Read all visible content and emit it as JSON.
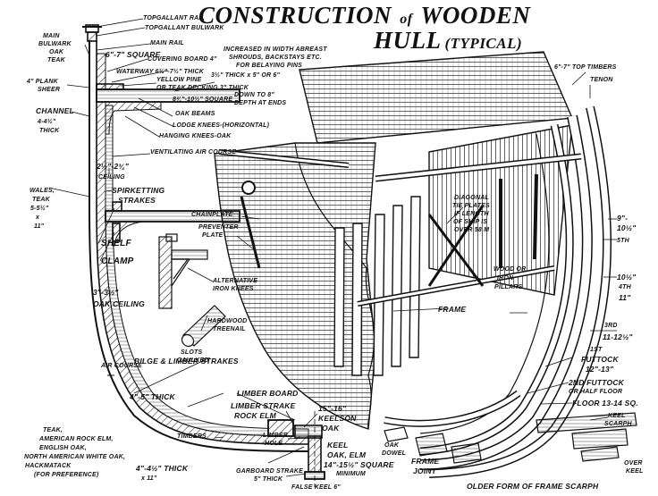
{
  "title": {
    "line1_a": "CONSTRUCTION",
    "line1_of": "of",
    "line1_b": "WOODEN",
    "line2": "HULL",
    "typical": "(TYPICAL)"
  },
  "labels": {
    "topgallant_rail": "TOPGALLANT RAIL",
    "topgallant_bulwark": "TOPGALLANT BULWARK",
    "main_rail": "MAIN RAIL",
    "main_bulwark_1": "MAIN",
    "main_bulwark_2": "BULWARK",
    "main_bulwark_3": "OAK",
    "main_bulwark_4": "TEAK",
    "square_6_7": "6\"-7\" SQUARE",
    "covering_board": "COVERING BOARD 4\"",
    "plank_sheer_1": "4\" PLANK",
    "plank_sheer_2": "SHEER",
    "waterway": "WATERWAY 6½\"-7½\" THICK",
    "yellow_pine": "YELLOW PINE",
    "teak_decking": "OR TEAK DECKING 3\" THICK",
    "beams_size": "3½\" THICK x 5\" OR 6\"",
    "increased_1": "INCREASED IN WIDTH ABREAST",
    "increased_2": "SHROUDS, BACKSTAYS ETC.",
    "increased_3": "FOR BELAYING PINS",
    "channel": "CHANNEL",
    "thick_4": "4-4½\"",
    "thick_word": "THICK",
    "oak_beams_size": "8¾\"-10½\" SQUARE",
    "down_to": "DOWN TO 8\"",
    "depth_ends": "DEPTH AT ENDS",
    "oak_beams": "OAK BEAMS",
    "lodge_knees": "LODGE KNEES-(HORIZONTAL)",
    "hanging_knees": "HANGING KNEES-OAK",
    "ventilating": "VENTILATING AIR COURSE",
    "ceiling_size": "2½\"-2¾\"",
    "ceiling": "CEILING",
    "spirketting_1": "SPIRKETTING",
    "spirketting_2": "STRAKES",
    "wales_1": "WALES,",
    "wales_2": "TEAK",
    "wales_3": "5-5½\"",
    "wales_4": "x",
    "wales_5": "11\"",
    "shelf": "SHELF",
    "clamp": "CLAMP",
    "oak_ceiling_size": "3\"-3½\"",
    "oak_ceiling": "OAK CEILING",
    "chainplate": "CHAINPLATE",
    "preventer_1": "PREVENTER",
    "preventer_2": "PLATE",
    "alt_knees_1": "ALTERNATIVE",
    "alt_knees_2": "IRON KNEES",
    "slots_1": "SLOTS",
    "slots_2": "CAULKED",
    "treenail_1": "HARDWOOD",
    "treenail_2": "TREENAIL",
    "air_course": "AIR COURSE",
    "bilge_limber": "BILGE & LIMBER STRAKES",
    "bilge_thick": "4\"-5\" THICK",
    "limber_board": "LIMBER BOARD",
    "limber_strake_1": "LIMBER STRAKE",
    "limber_strake_2": "ROCK ELM",
    "keelson_1": "15\"-16\"",
    "keelson_2": "KEELSON",
    "keelson_3": "OAK",
    "timbers": "TIMBERS",
    "limber_hole_1": "LIMBER",
    "limber_hole_2": "HOLE",
    "keel_1": "KEEL",
    "keel_2": "OAK, ELM",
    "keel_3": "14\"-15½\" SQUARE",
    "keel_4": "MINIMUM",
    "garboard_1": "GARBOARD STRAKE",
    "garboard_2": "5\" THICK",
    "false_keel": "FALSE KEEL 6\"",
    "teak_list_1": "TEAK,",
    "teak_list_2": "AMERICAN ROCK ELM,",
    "teak_list_3": "ENGLISH OAK,",
    "teak_list_4": "NORTH AMERICAN WHITE OAK,",
    "teak_list_5": "HACKMATACK",
    "teak_list_6": "(FOR PREFERENCE)",
    "bottom_thick_1": "4\"-4½\" THICK",
    "bottom_thick_2": "x 11\"",
    "diagonal_1": "DIAGONAL",
    "diagonal_2": "TIE PLATES",
    "diagonal_3": "IF LENGTH",
    "diagonal_4": "OF SHIP IS",
    "diagonal_5": "OVER 58 M",
    "wood_iron_1": "WOOD OR",
    "wood_iron_2": "IRON",
    "wood_iron_3": "PILLARS",
    "frame": "FRAME",
    "top_timbers": "6\"-7\" TOP TIMBERS",
    "tenon": "TENON",
    "r_9": "9\"-",
    "r_10_half": "10½\"",
    "r_5th": "5TH",
    "r_10_half_b": "10½\"",
    "r_4th": "4TH",
    "r_11": "11\"",
    "r_3rd": "3RD",
    "r_11_12": "11-12½\"",
    "futtock_1": "1ST",
    "futtock_2": "FUTTOCK",
    "futtock_3": "12\"-13\"",
    "futtock2_1": "2ND FUTTOCK",
    "futtock2_2": "OR HALF FLOOR",
    "floor": "FLOOR 13-14 SQ.",
    "keel_scarph_1": "KEEL",
    "keel_scarph_2": "SCARPH",
    "oak_dowel_1": "OAK",
    "oak_dowel_2": "DOWEL",
    "frame_joint_1": "FRAME",
    "frame_joint_2": "JOINT",
    "over_keel_1": "OVER",
    "over_keel_2": "KEEL",
    "older_form": "OLDER FORM OF FRAME SCARPH"
  },
  "colors": {
    "ink": "#111111",
    "paper": "#ffffff"
  }
}
